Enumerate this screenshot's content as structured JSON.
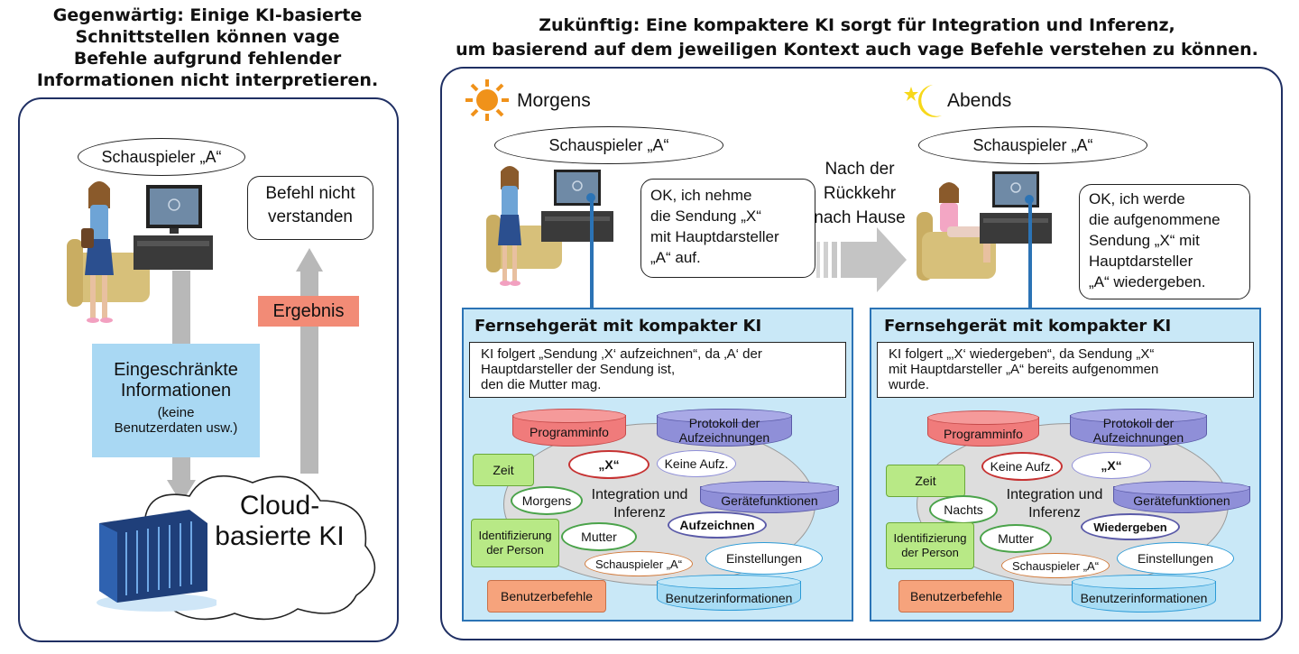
{
  "left": {
    "title_lines": [
      "Gegenwärtig: Einige KI-basierte",
      "Schnittstellen können vage",
      "Befehle aufgrund fehlender",
      "Informationen nicht interpretieren."
    ],
    "bubble_actor": "Schauspieler „A“",
    "reply_line1": "Befehl nicht",
    "reply_line2": "verstanden",
    "result_label": "Ergebnis",
    "info_title_1": "Eingeschränkte",
    "info_title_2": "Informationen",
    "info_sub_1": "(keine",
    "info_sub_2": "Benutzerdaten usw.)",
    "cloud_1": "Cloud-",
    "cloud_2": "basierte KI"
  },
  "right": {
    "title_line1": "Zukünftig: Eine kompaktere KI sorgt für Integration und Inferenz,",
    "title_line2": "um basierend auf dem jeweiligen Kontext auch vage Befehle verstehen zu können.",
    "transition_1": "Nach der",
    "transition_2": "Rückkehr",
    "transition_3": "nach Hause",
    "morning": {
      "label": "Morgens",
      "bubble": "Schauspieler „A“",
      "reply": [
        "OK, ich nehme",
        "die Sendung „X“",
        "mit Hauptdarsteller",
        "„A“ auf."
      ],
      "panel_title": "Fernsehgerät mit kompakter KI",
      "info": [
        "KI folgert „Sendung ‚X‘ aufzeichnen“, da ‚A‘ der",
        "Hauptdarsteller der Sendung ist,",
        "den die Mutter mag."
      ],
      "programminfo": "Programminfo",
      "protokoll_1": "Protokoll der",
      "protokoll_2": "Aufzeichnungen",
      "x_oval": "„X“",
      "keine": "Keine Aufz.",
      "zeit": "Zeit",
      "time_oval": "Morgens",
      "hub_1": "Integration und",
      "hub_2": "Inferenz",
      "geraete": "Gerätefunktionen",
      "action": "Aufzeichnen",
      "ident_1": "Identifizierung",
      "ident_2": "der Person",
      "mutter": "Mutter",
      "einstellungen": "Einstellungen",
      "actor_oval": "Schauspieler „A“",
      "befehle": "Benutzerbefehle",
      "benutzerinfo": "Benutzerinformationen"
    },
    "evening": {
      "label": "Abends",
      "bubble": "Schauspieler „A“",
      "reply": [
        "OK, ich werde",
        "die aufgenommene",
        "Sendung „X“ mit",
        "Hauptdarsteller",
        "„A“ wiedergeben."
      ],
      "panel_title": "Fernsehgerät mit kompakter KI",
      "info": [
        "KI folgert „‚X‘ wiedergeben“, da Sendung „X“",
        "mit Hauptdarsteller „A“ bereits aufgenommen",
        "wurde."
      ],
      "programminfo": "Programminfo",
      "protokoll_1": "Protokoll der",
      "protokoll_2": "Aufzeichnungen",
      "x_oval": "„X“",
      "keine": "Keine Aufz.",
      "zeit": "Zeit",
      "time_oval": "Nachts",
      "hub_1": "Integration und",
      "hub_2": "Inferenz",
      "geraete": "Gerätefunktionen",
      "action": "Wiedergeben",
      "ident_1": "Identifizierung",
      "ident_2": "der Person",
      "mutter": "Mutter",
      "einstellungen": "Einstellungen",
      "actor_oval": "Schauspieler „A“",
      "befehle": "Benutzerbefehle",
      "benutzerinfo": "Benutzerinformationen"
    }
  },
  "colors": {
    "panel_border": "#1f2f63",
    "tv_panel_bg": "#c9e8f7",
    "tv_panel_border": "#2b73b5",
    "result_label_bg": "#f28b76",
    "info_box_bg": "#a9d8f3",
    "arrow_gray": "#b8b8b8",
    "red_db": "#f07b7b",
    "purple_db": "#8f8fd8",
    "green_box": "#b8e986",
    "orange_box": "#f6a37c",
    "blue_db": "#a8dcf4"
  },
  "icons": [
    "woman-standing-icon",
    "armchair-icon",
    "television-icon",
    "sun-icon",
    "moon-star-icon",
    "woman-sitting-icon",
    "cloud-icon",
    "server-rack-icon"
  ]
}
